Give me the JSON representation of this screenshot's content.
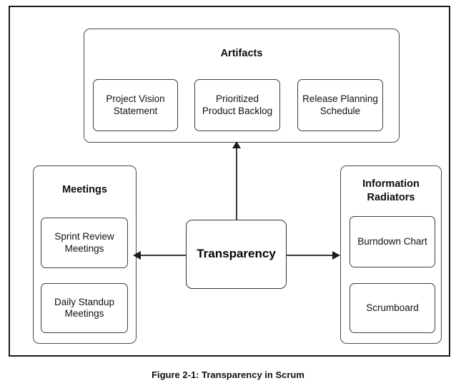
{
  "figure": {
    "caption": "Figure 2-1: Transparency in Scrum"
  },
  "diagram": {
    "type": "block-diagram",
    "center_node": {
      "label": "Transparency"
    },
    "groups": [
      {
        "id": "artifacts",
        "title": "Artifacts",
        "position": "top",
        "items": [
          {
            "label": "Project Vision Statement"
          },
          {
            "label": "Prioritized Product Backlog"
          },
          {
            "label": "Release Planning Schedule"
          }
        ]
      },
      {
        "id": "meetings",
        "title": "Meetings",
        "position": "left",
        "items": [
          {
            "label": "Sprint Review Meetings"
          },
          {
            "label": "Daily Standup Meetings"
          }
        ]
      },
      {
        "id": "information-radiators",
        "title": "Information Radiators",
        "position": "right",
        "items": [
          {
            "label": "Burndown Chart"
          },
          {
            "label": "Scrumboard"
          }
        ]
      }
    ],
    "connectors": [
      {
        "id": "transparency-to-artifacts",
        "from": "Transparency",
        "to": "Artifacts",
        "direction": "up",
        "arrowhead": "end"
      },
      {
        "id": "transparency-to-meetings",
        "from": "Transparency",
        "to": "Meetings",
        "direction": "left",
        "arrowhead": "end"
      },
      {
        "id": "transparency-to-radiators",
        "from": "Transparency",
        "to": "Information Radiators",
        "direction": "right",
        "arrowhead": "end"
      }
    ]
  },
  "colors": {
    "frame": "#1a1a1a",
    "box_border": "#3d3d3d",
    "group_border": "#4a4a4a",
    "connector": "#3a3a3a",
    "text": "#111111",
    "background": "#ffffff"
  }
}
